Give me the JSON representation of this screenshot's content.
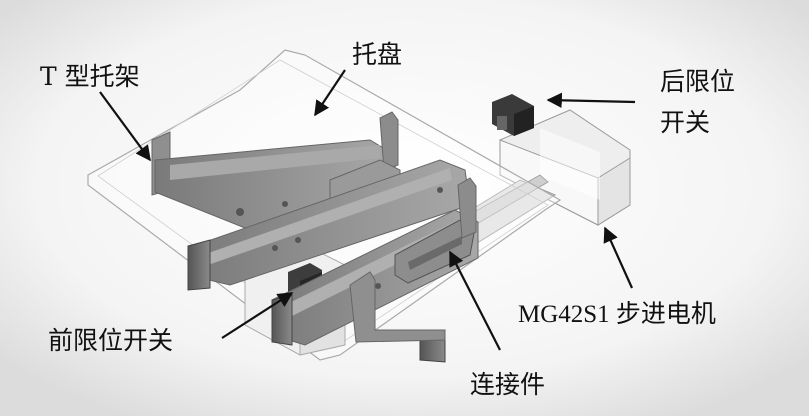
{
  "labels": {
    "t_bracket": "T 型托架",
    "tray": "托盘",
    "rear_switch_line1": "后限位",
    "rear_switch_line2": "开关",
    "motor": "MG42S1 步进电机",
    "front_switch": "前限位开关",
    "connector": "连接件"
  },
  "colors": {
    "bracket": "#8f8f8f",
    "bracket_dark": "#6f6f6f",
    "tray_edge": "#aaaaaa",
    "motor_body": "#f7f7f7",
    "switch": "#3a3a3a",
    "arrow": "#111111"
  }
}
